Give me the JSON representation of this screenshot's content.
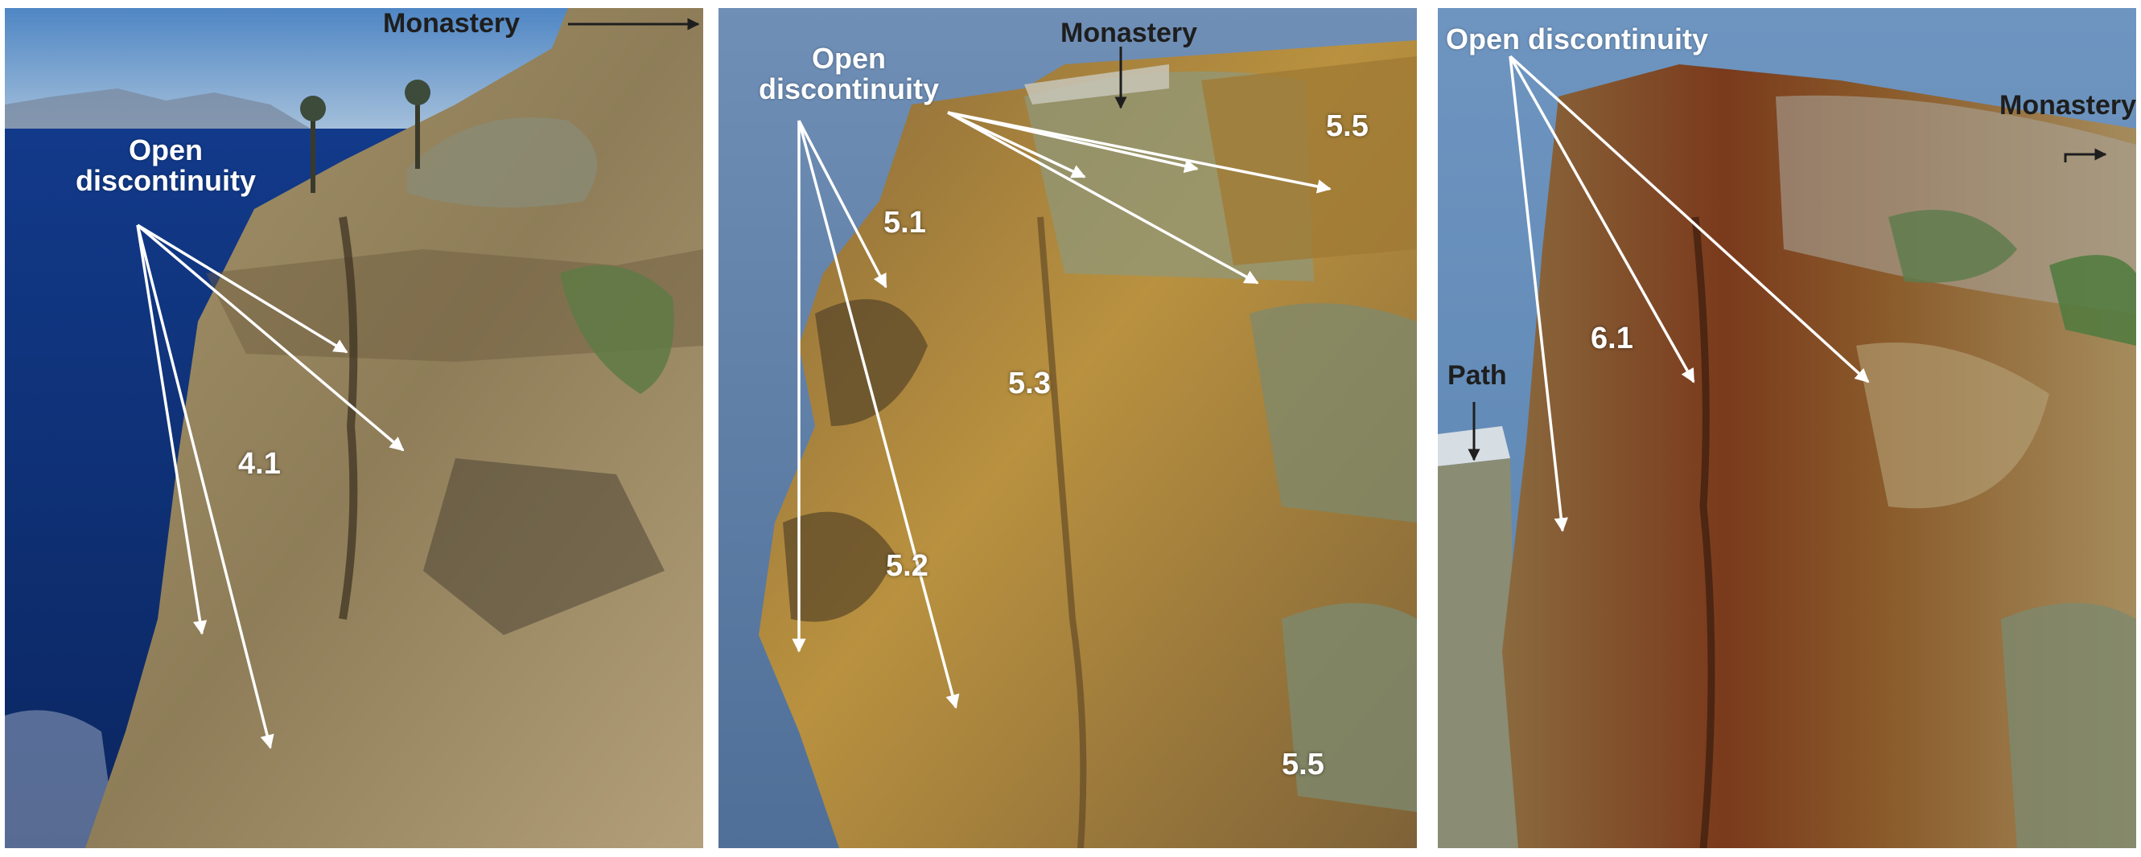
{
  "panels": [
    {
      "monastery": "Monastery",
      "open_discontinuity": [
        "Open",
        "discontinuity"
      ],
      "block": "4.1"
    },
    {
      "monastery": "Monastery",
      "open_discontinuity": [
        "Open",
        "discontinuity"
      ],
      "blocks": [
        "5.1",
        "5.3",
        "5.5",
        "5.2",
        "5.5"
      ]
    },
    {
      "monastery": "Monastery",
      "open_discontinuity": "Open discontinuity",
      "path": "Path",
      "block": "6.1"
    }
  ],
  "colors": {
    "sea_deep": "#0f2f78",
    "sea_light": "#5c7fa6",
    "sky": "#6fa0cf",
    "rock_tan": "#9b8a62",
    "rock_ochre": "#b88a3c",
    "rock_rust": "#7a3a1c",
    "vegetation": "#6f7a58",
    "annotation_white": "#ffffff",
    "annotation_dark": "#1e1e1e"
  }
}
